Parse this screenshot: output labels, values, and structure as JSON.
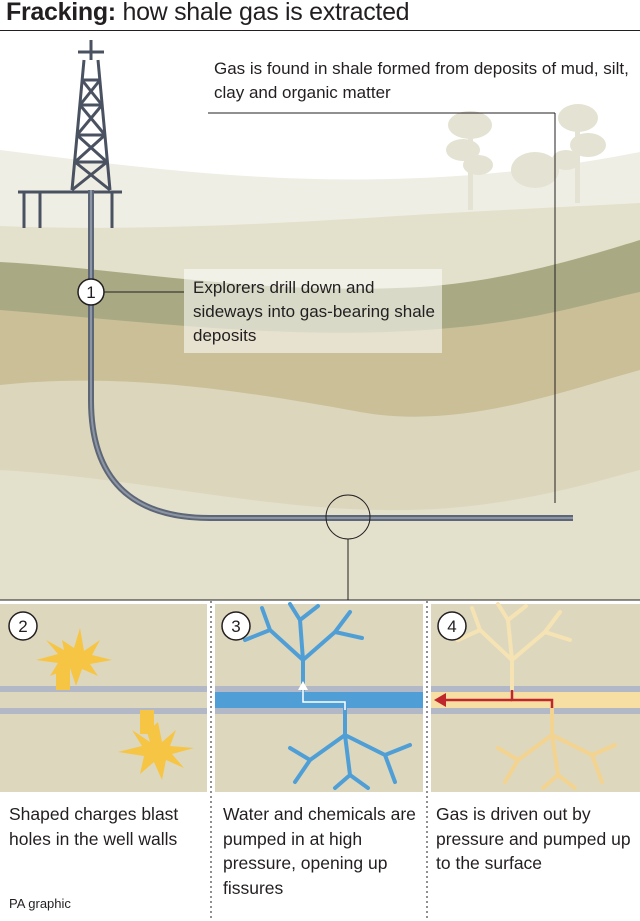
{
  "title": {
    "bold": "Fracking:",
    "rest": " how shale gas is extracted"
  },
  "gas_note": "Gas is found in shale formed from deposits of mud, silt, clay and organic matter",
  "step1": {
    "number": "1",
    "text": "Explorers drill down and sideways into gas-bearing shale deposits"
  },
  "step2": {
    "number": "2",
    "text": "Shaped charges blast holes in the well walls"
  },
  "step3": {
    "number": "3",
    "text": "Water and chemicals are pumped in at high pressure, opening up fissures"
  },
  "step4": {
    "number": "4",
    "text": "Gas is driven out by pressure and pumped up to the surface"
  },
  "credit": "PA graphic",
  "colors": {
    "sky": "#efeee4",
    "ground_light": "#e3e0cc",
    "shale_olive": "#a9aa83",
    "shale_tan": "#cbbf98",
    "ground_mid": "#dcd6bd",
    "pipe": "#5d6676",
    "blast": "#f6c544",
    "water": "#4f9fd6",
    "gas": "#f3d390",
    "arrow": "#c0272d"
  }
}
